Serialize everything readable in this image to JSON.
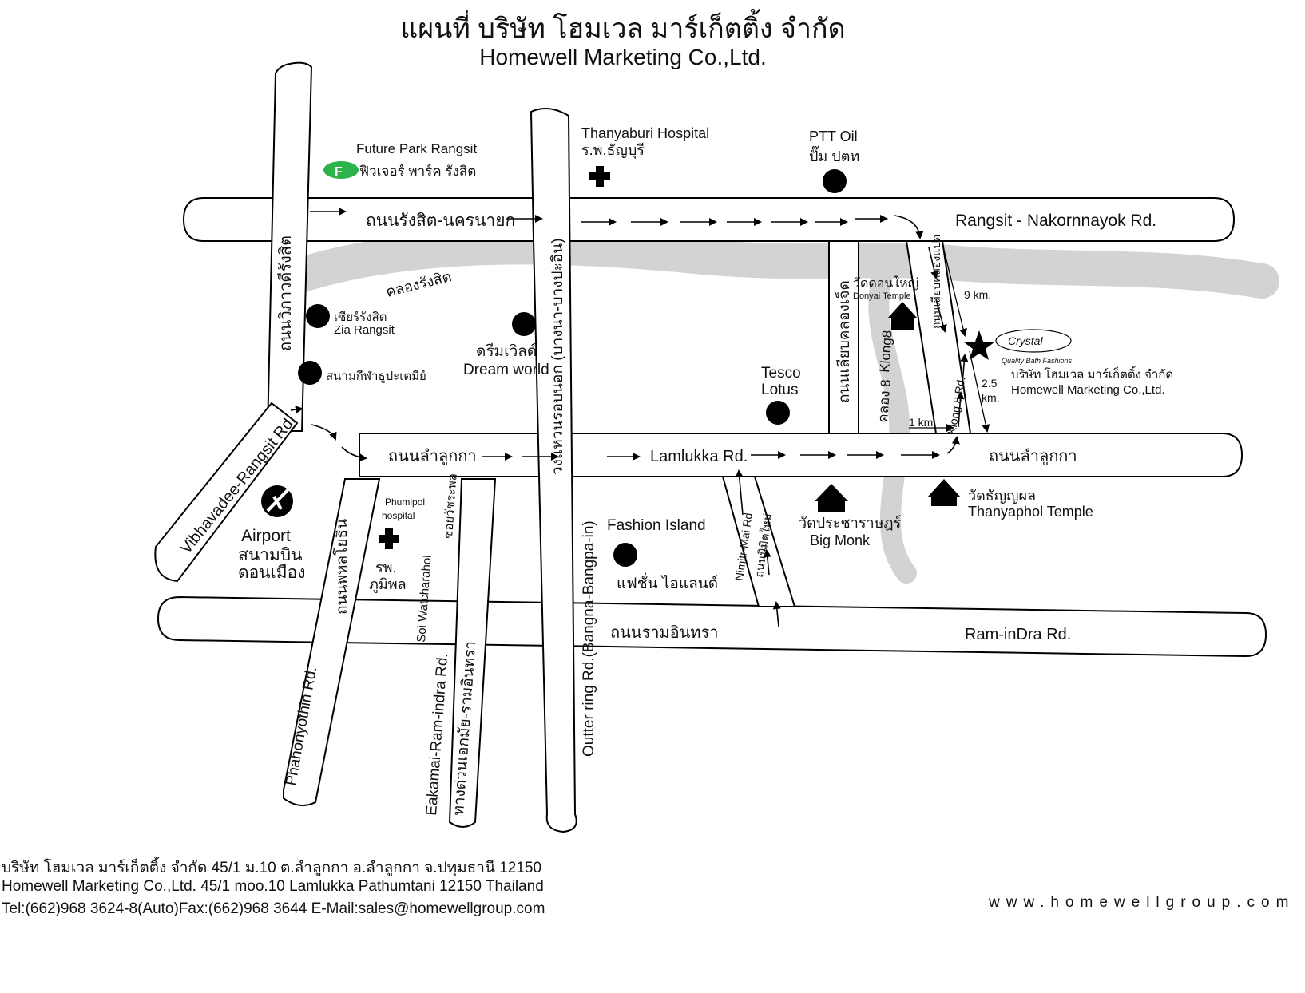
{
  "title": {
    "thai": "แผนที่ บริษัท โฮมเวล มาร์เก็ตติ้ง จำกัด",
    "english": "Homewell Marketing Co.,Ltd."
  },
  "roads": {
    "rangsit_nakornnayok_thai": "ถนนรังสิต-นครนายก",
    "rangsit_nakornnayok_en": "Rangsit - Nakornnayok Rd.",
    "vibhavadee_thai": "ถนนวิภาวดีรังสิต",
    "vibhavadee_en": "Vibhavadee-Rangsit Rd.",
    "outer_ring_thai": "วงแหวนรอบนอก (บางนา-บางปะอิน)",
    "outer_ring_en": "Outter ring Rd.(Bangna-Bangpa-in)",
    "liab_klong7_thai": "ถนนเลียบคลองเจ็ด",
    "liab_klong8_thai": "ถนนเลียบคลองแปด",
    "klong8_en": "Klong 8 Rd.",
    "lamlukka_thai_left": "ถนนลำลูกกา",
    "lamlukka_en": "Lamlukka Rd.",
    "lamlukka_thai_right": "ถนนลำลูกกา",
    "phahonyothin_thai": "ถนนพหลโยธิน",
    "phahonyothin_en": "Phahonyothin Rd.",
    "soi_watcharahol_thai": "ซอยวัชระพล",
    "soi_watcharahol_en": "Soi Watcharahol",
    "eakamai_en": "Eakamai-Ram-indra Rd.",
    "eakamai_thai": "ทางด่วนเอกมัย-รามอินทรา",
    "nimitr_en": "Nimitr-Mai Rd.",
    "nimitr_thai": "ถนนนิมิตใหม่",
    "ramindra_thai": "ถนนรามอินทรา",
    "ramindra_en": "Ram-inDra Rd."
  },
  "canals": {
    "klong_rangsit_thai": "คลองรังสิต",
    "klong8_thai": "คลอง 8",
    "klong8_en": "Klong8"
  },
  "landmarks": {
    "future_park_en": "Future Park Rangsit",
    "future_park_thai": "ฟิวเจอร์ พาร์ค รังสิต",
    "thanyaburi_en": "Thanyaburi Hospital",
    "thanyaburi_thai": "ร.พ.ธัญบุรี",
    "ptt_en": "PTT Oil",
    "ptt_thai": "ปั๊ม ปตท",
    "zia_thai": "เซียร์รังสิต",
    "zia_en": "Zia Rangsit",
    "stadium_thai": "สนามกีฬาธูปะเตมีย์",
    "dreamworld_thai": "ดรีมเวิลด์",
    "dreamworld_en": "Dream world",
    "tesco_line1": "Tesco",
    "tesco_line2": "Lotus",
    "donyai_thai": "วัดดอนใหญ่",
    "donyai_en": "Donyai Temple",
    "airport_en": "Airport",
    "airport_thai_1": "สนามบิน",
    "airport_thai_2": "ดอนเมือง",
    "phumipol_en_1": "Phumipol",
    "phumipol_en_2": "hospital",
    "phumipol_thai_1": "รพ.",
    "phumipol_thai_2": "ภูมิพล",
    "fashion_en": "Fashion Island",
    "fashion_thai": "แฟชั่น ไอแลนด์",
    "bigmonk_thai": "วัดประชาราษฎร์",
    "bigmonk_en": "Big Monk",
    "thanyaphol_thai": "วัดธัญญผล",
    "thanyaphol_en": "Thanyaphol Temple"
  },
  "company": {
    "logo_text": "Crystal",
    "tagline": "Quality Bath Fashions",
    "name_thai": "บริษัท โฮมเวล มาร์เก็ตติ้ง จำกัด",
    "name_en": "Homewell Marketing Co.,Ltd."
  },
  "distances": {
    "d9": "9 km.",
    "d25_1": "2.5",
    "d25_2": "km.",
    "d1": "1 km."
  },
  "footer": {
    "line1": "บริษัท โฮมเวล มาร์เก็ตติ้ง จำกัด    45/1 ม.10 ต.ลำลูกกา อ.ลำลูกกา   จ.ปทุมธานี 12150",
    "line2": "Homewell Marketing Co.,Ltd. 45/1 moo.10 Lamlukka  Pathumtani 12150 Thailand",
    "line3": "Tel:(662)968 3624-8(Auto)Fax:(662)968 3644     E-Mail:sales@homewellgroup.com",
    "website": "www.homewellgroup.com"
  },
  "colors": {
    "canal": "#d3d3d3",
    "road_outline": "#000000",
    "future_park_green": "#2db34a"
  }
}
